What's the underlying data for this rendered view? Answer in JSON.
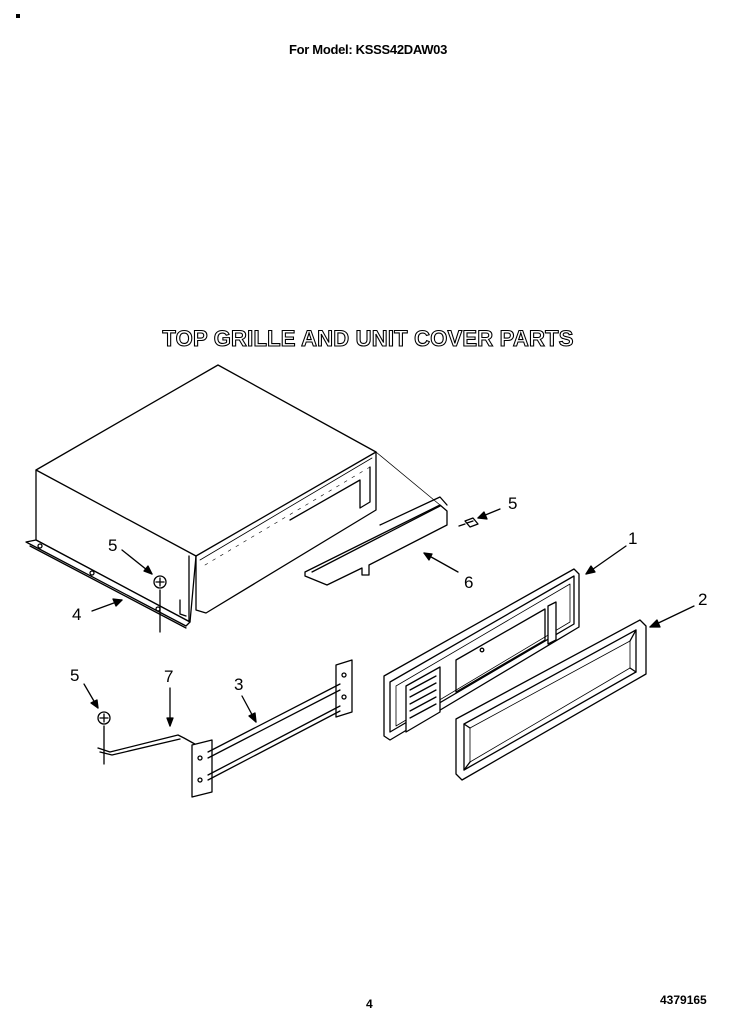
{
  "header": {
    "model_line": "For Model: KSSS42DAW03"
  },
  "title": "TOP GRILLE AND UNIT COVER PARTS",
  "callouts": {
    "c1": "1",
    "c2": "2",
    "c3": "3",
    "c4": "4",
    "c5a": "5",
    "c5b": "5",
    "c5c": "5",
    "c6": "6",
    "c7": "7"
  },
  "footer": {
    "page_number": "4",
    "document_number": "4379165"
  }
}
